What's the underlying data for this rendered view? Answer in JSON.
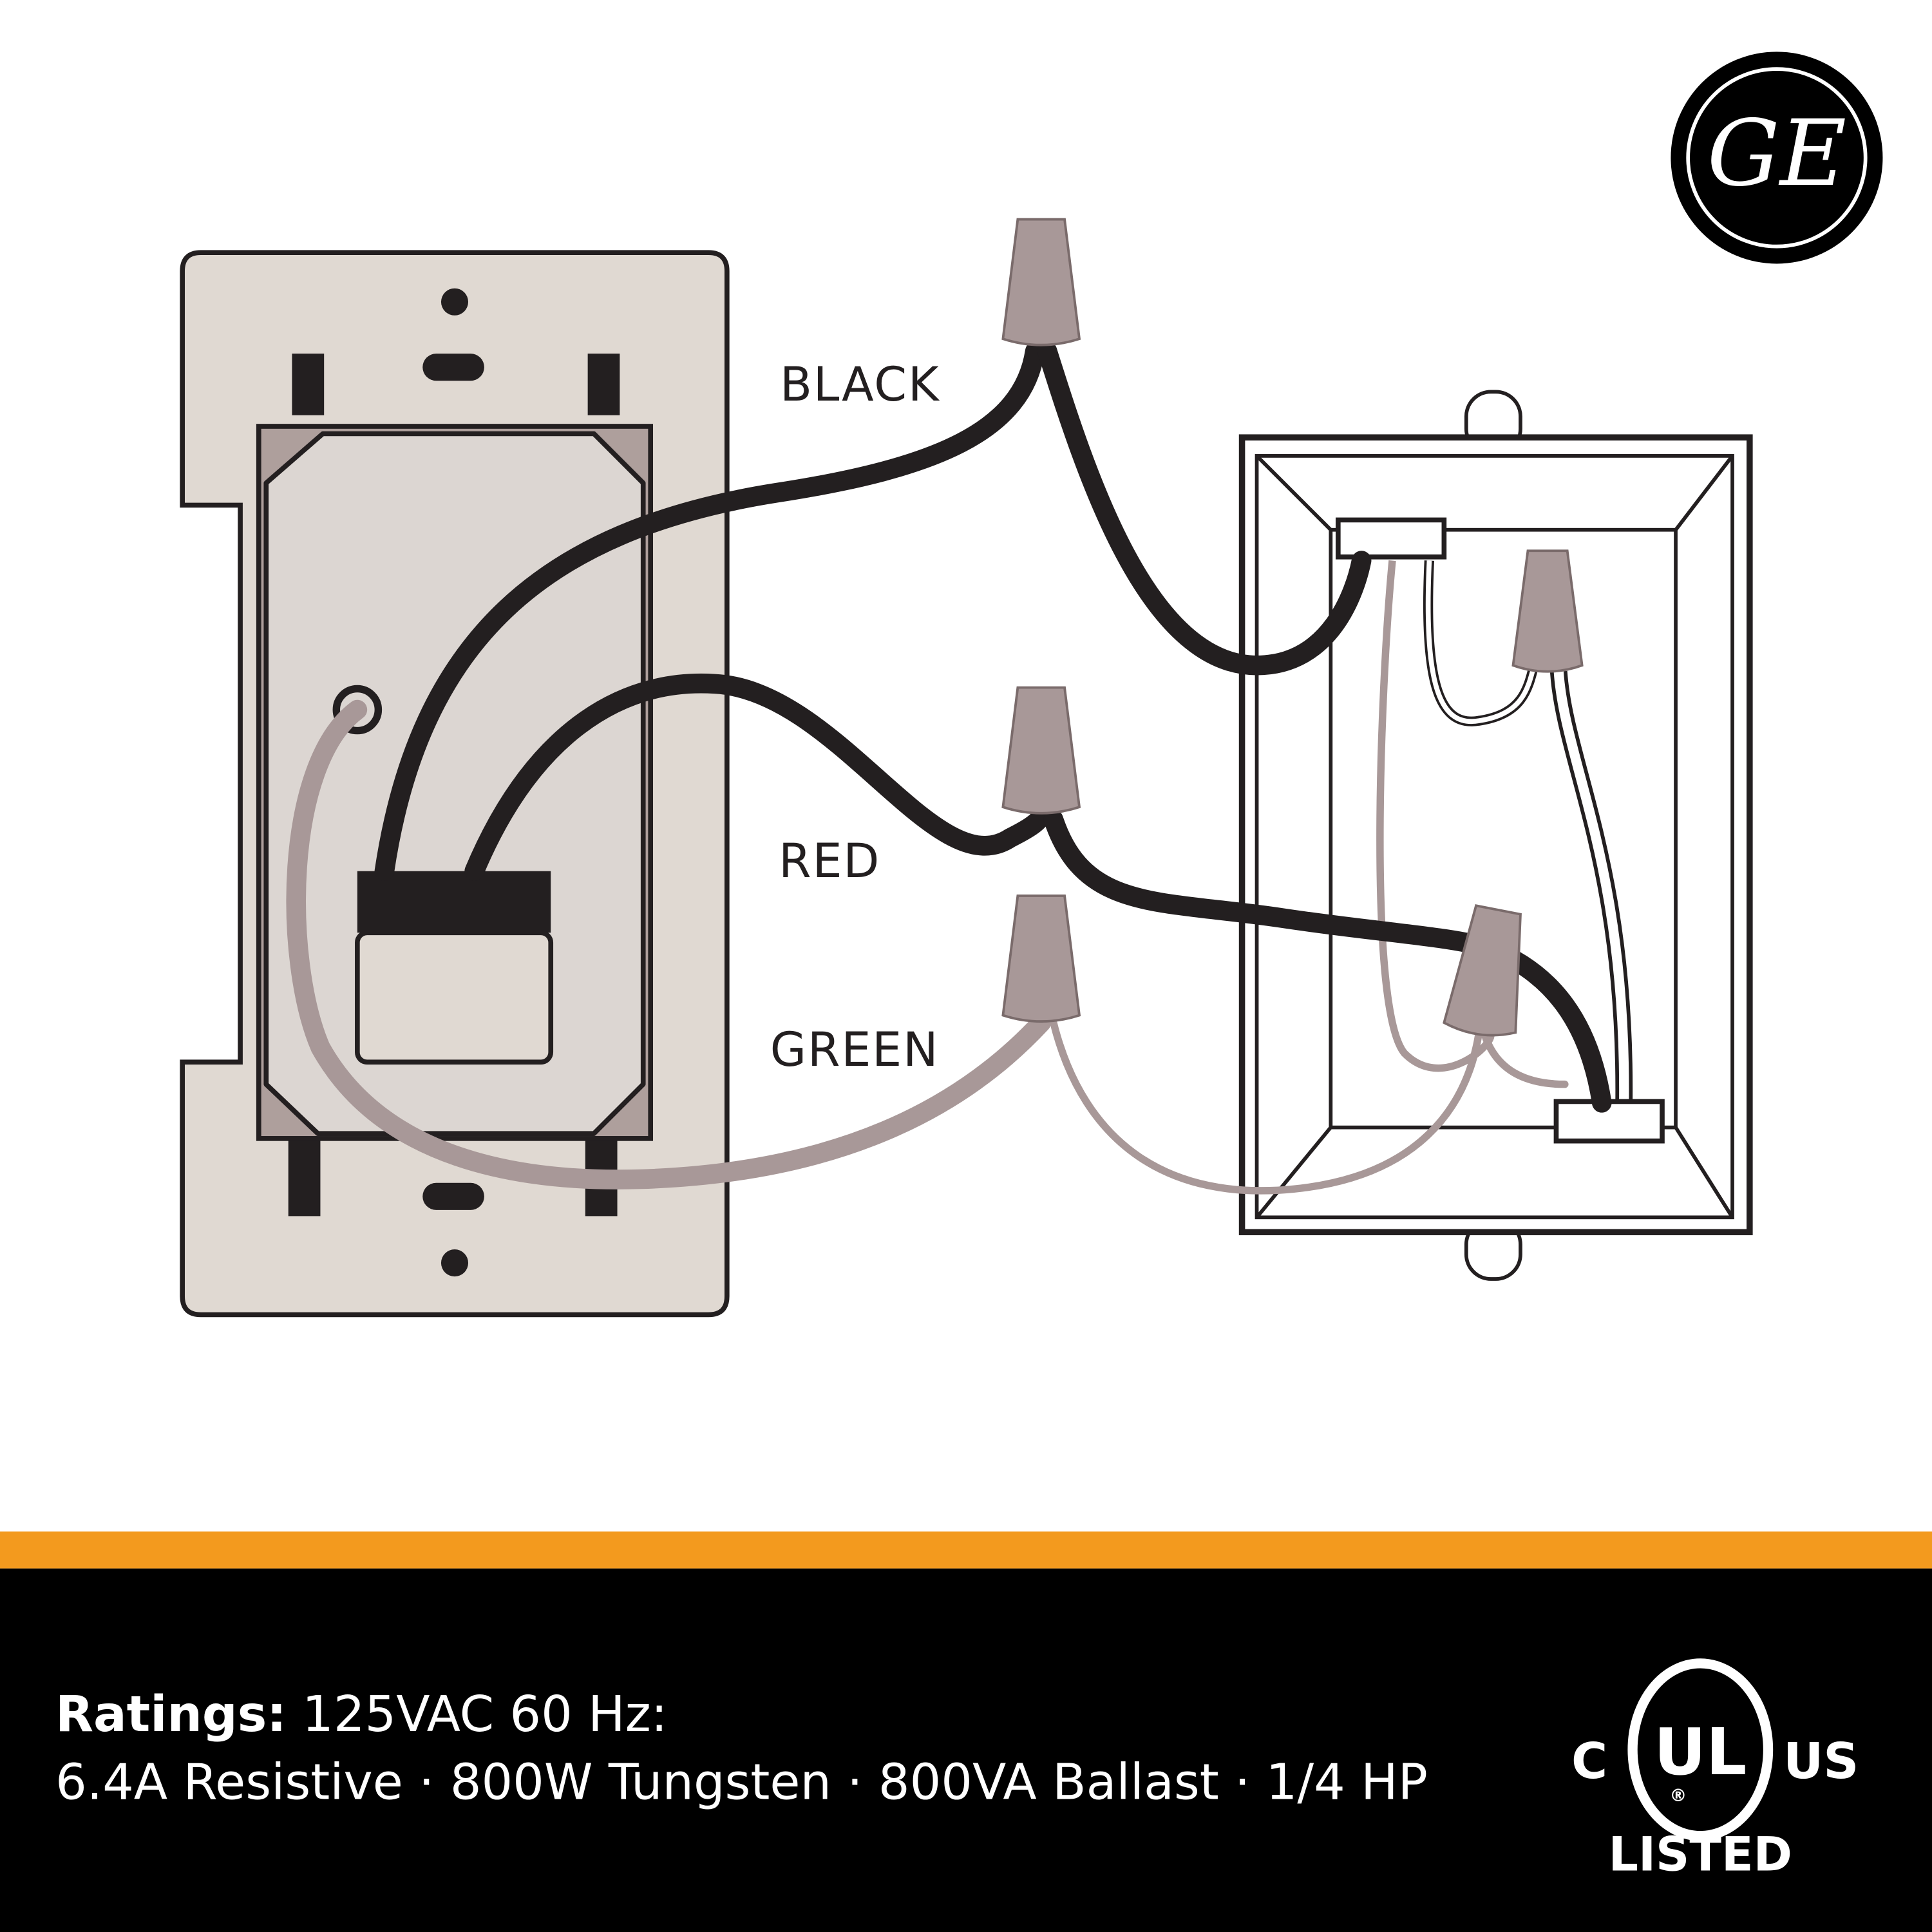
{
  "logo": {
    "text": "GE"
  },
  "labels": {
    "black": "BLACK",
    "red": "RED",
    "green": "GREEN"
  },
  "ratings": {
    "heading": "Ratings:",
    "line1": "125VAC 60 Hz:",
    "line2": "6.4A Resistive · 800W Tungsten · 800VA Ballast · 1/4 HP"
  },
  "certification": {
    "c": "C",
    "ul": "UL",
    "us": "US",
    "registered": "®",
    "listed": "LISTED"
  },
  "colors": {
    "plate": "#e0d9d2",
    "wire_black": "#231f20",
    "wire_gray": "#a89898",
    "nut": "#a89898",
    "accent": "#f39a1e",
    "footer": "#000000"
  }
}
